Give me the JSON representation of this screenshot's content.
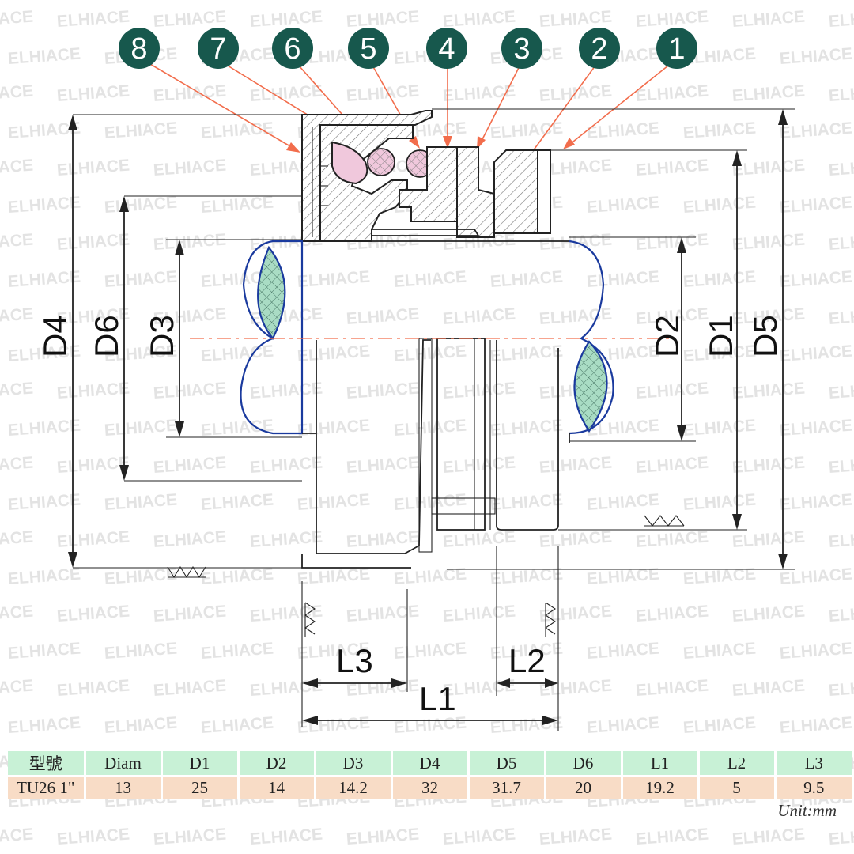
{
  "watermark_text": "ELHIACE",
  "callouts": [
    "8",
    "7",
    "6",
    "5",
    "4",
    "3",
    "2",
    "1"
  ],
  "dimension_labels": {
    "D4": "D4",
    "D6": "D6",
    "D3": "D3",
    "D2": "D2",
    "D1": "D1",
    "D5": "D5",
    "L1": "L1",
    "L2": "L2",
    "L3": "L3"
  },
  "table": {
    "headers": [
      "型號",
      "Diam",
      "D1",
      "D2",
      "D3",
      "D4",
      "D5",
      "D6",
      "L1",
      "L2",
      "L3"
    ],
    "rows": [
      [
        "TU26 1\"",
        "13",
        "25",
        "14",
        "14.2",
        "32",
        "31.7",
        "20",
        "19.2",
        "5",
        "9.5"
      ]
    ]
  },
  "unit": "Unit:mm",
  "colors": {
    "callout": "#17584d",
    "leader": "#f26d4c",
    "shaft_outline": "#1a3a9e",
    "bellows_fill": "#a9dcc4",
    "oring_fill": "#f0c8dc",
    "table_header": "#c8f1d6",
    "table_row": "#f8dcc6"
  }
}
